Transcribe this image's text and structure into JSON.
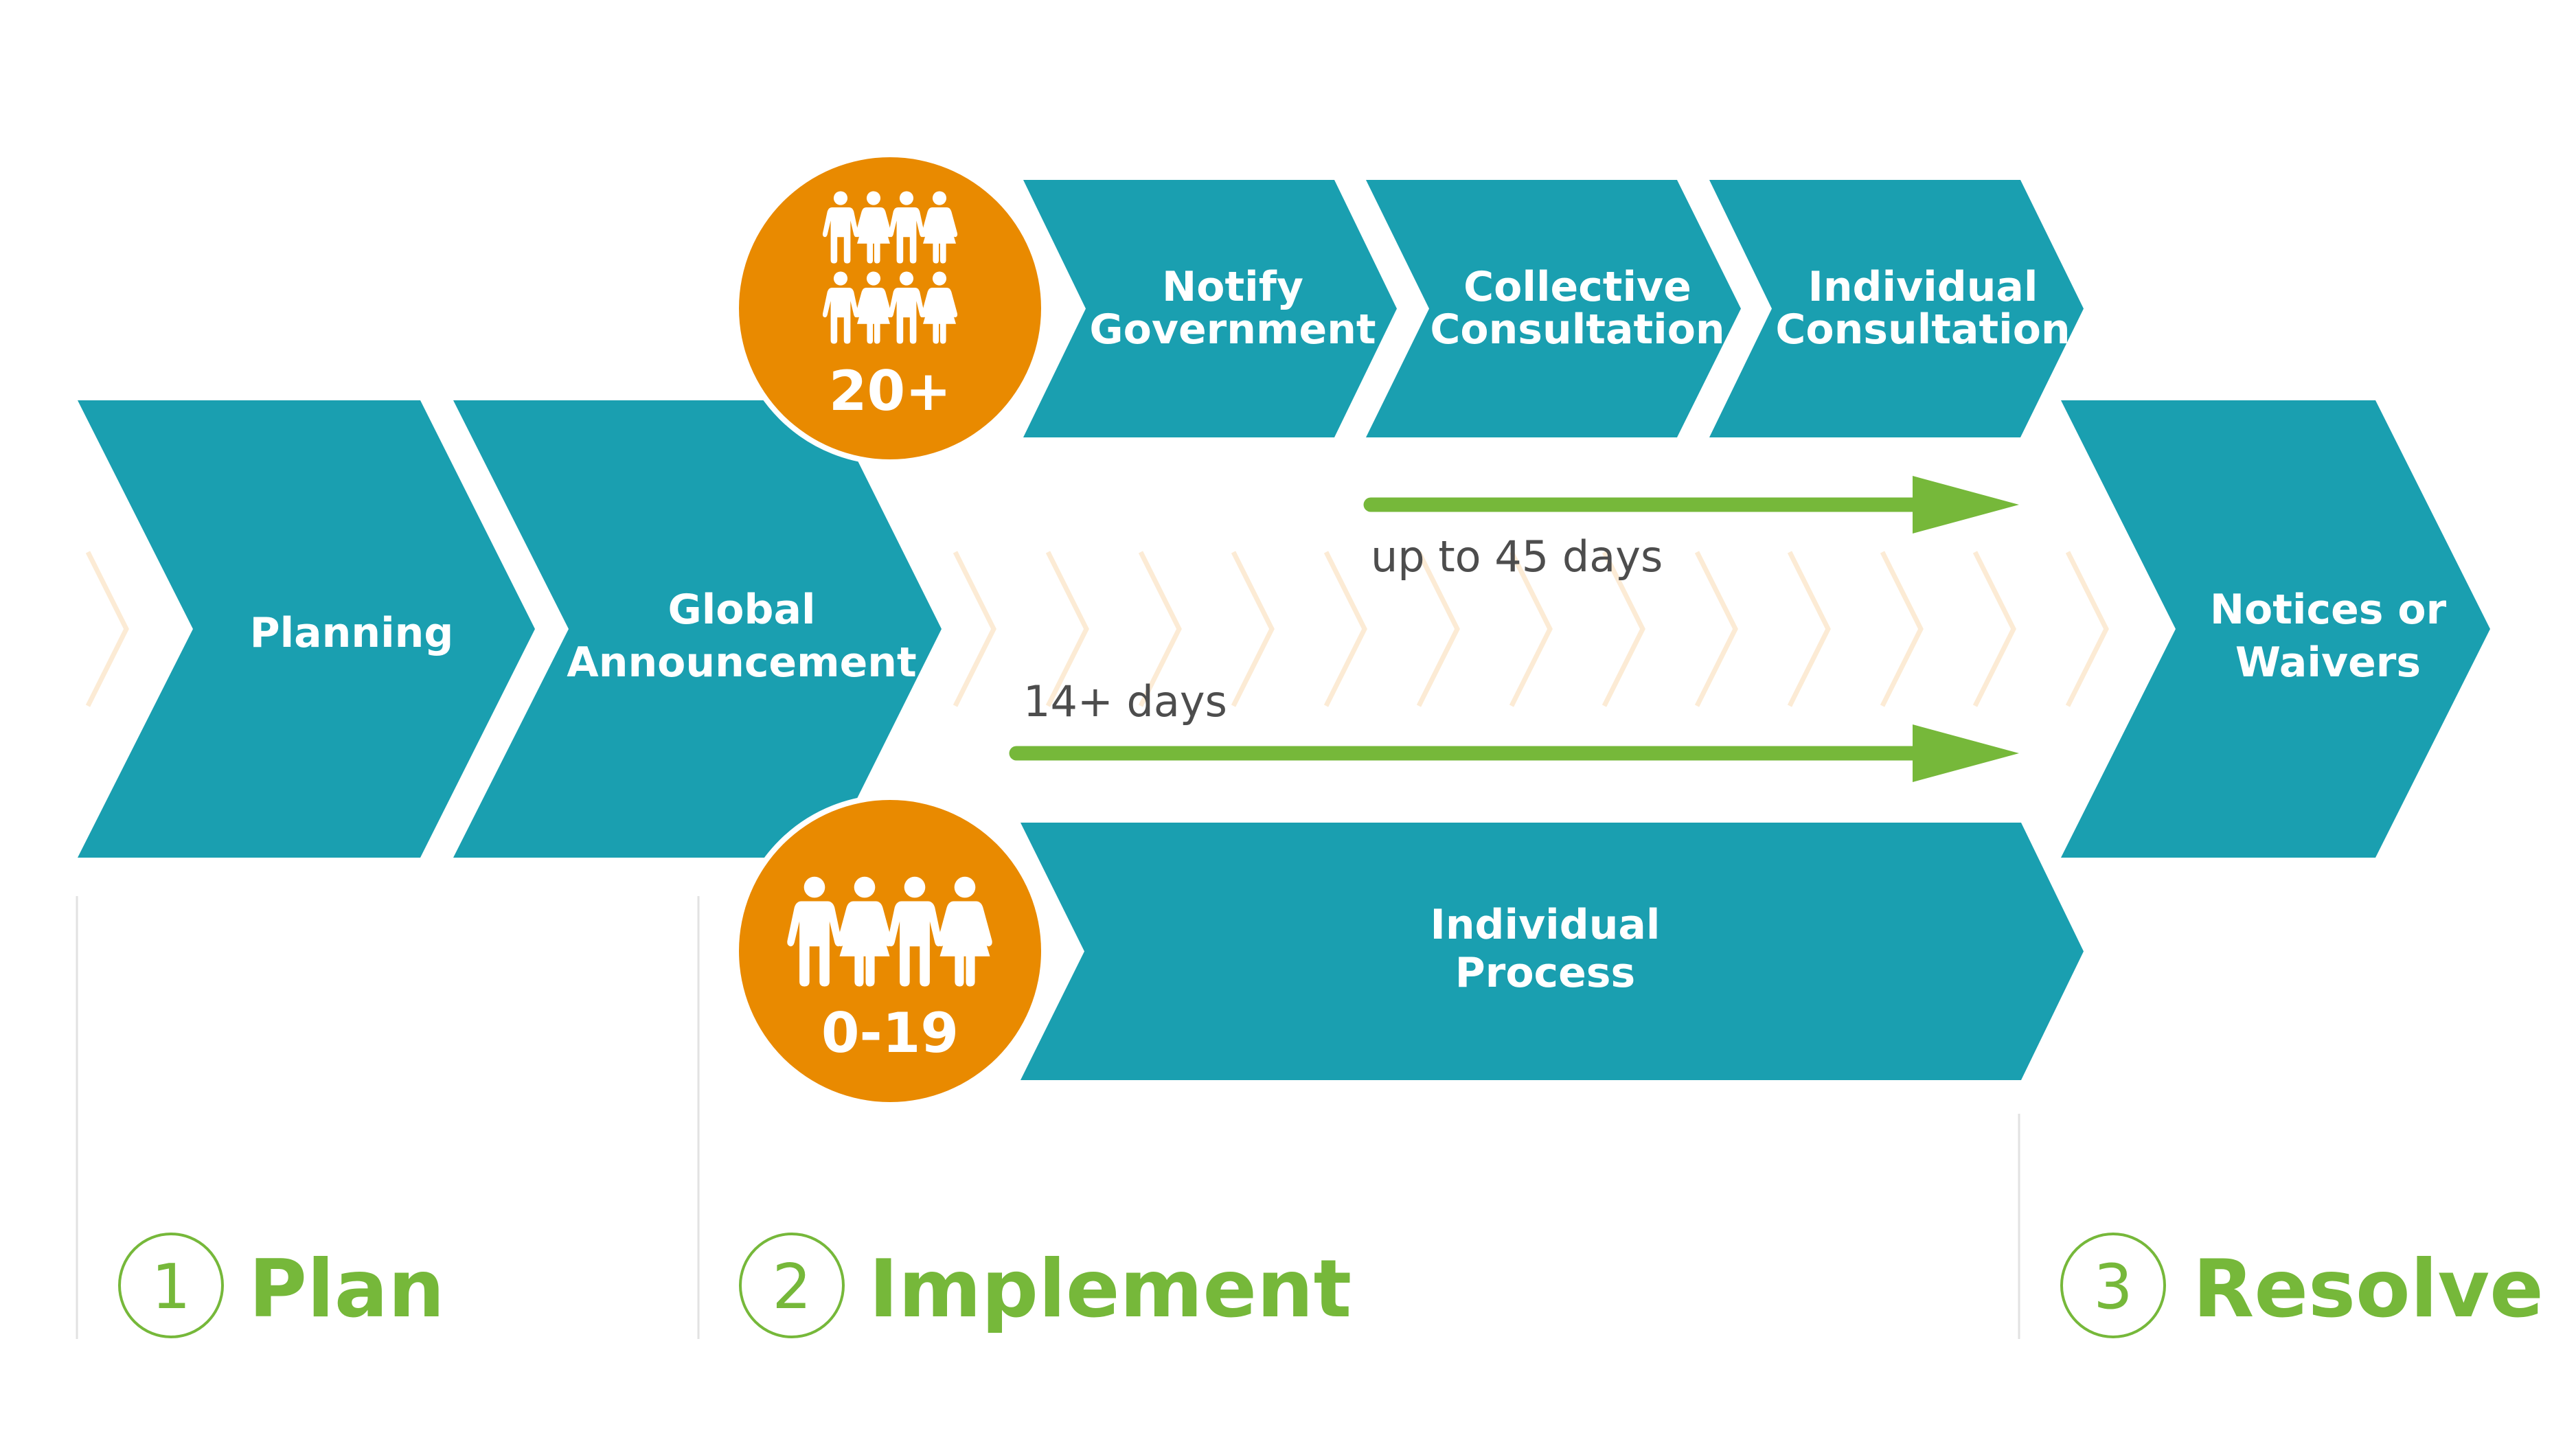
{
  "colors": {
    "teal": "#1a9fb0",
    "orange": "#e98a00",
    "green": "#76b83a",
    "faint_chevron": "#fcebd5",
    "duration_text": "#4d4d4d",
    "divider": "#e2e2e2"
  },
  "steps": {
    "planning": {
      "lines": [
        "Planning"
      ]
    },
    "global_announcement": {
      "lines": [
        "Global",
        "Announcement"
      ]
    },
    "notify_government": {
      "lines": [
        "Notify",
        "Government"
      ]
    },
    "collective_consultation": {
      "lines": [
        "Collective",
        "Consultation"
      ]
    },
    "individual_consultation": {
      "lines": [
        "Individual",
        "Consultation"
      ]
    },
    "individual_process": {
      "lines": [
        "Individual",
        "Process"
      ]
    },
    "notices_or_waivers": {
      "lines": [
        "Notices or",
        "Waivers"
      ]
    }
  },
  "badges": {
    "large_group": {
      "label": "20+",
      "icon": "people-group-icon",
      "figures": 8
    },
    "small_group": {
      "label": "0-19",
      "icon": "people-group-icon",
      "figures": 4
    }
  },
  "durations": {
    "collective": {
      "label": "up to 45 days"
    },
    "individual": {
      "label": "14+ days"
    }
  },
  "phases": [
    {
      "number": "1",
      "name": "Plan"
    },
    {
      "number": "2",
      "name": "Implement"
    },
    {
      "number": "3",
      "name": "Resolve"
    }
  ]
}
